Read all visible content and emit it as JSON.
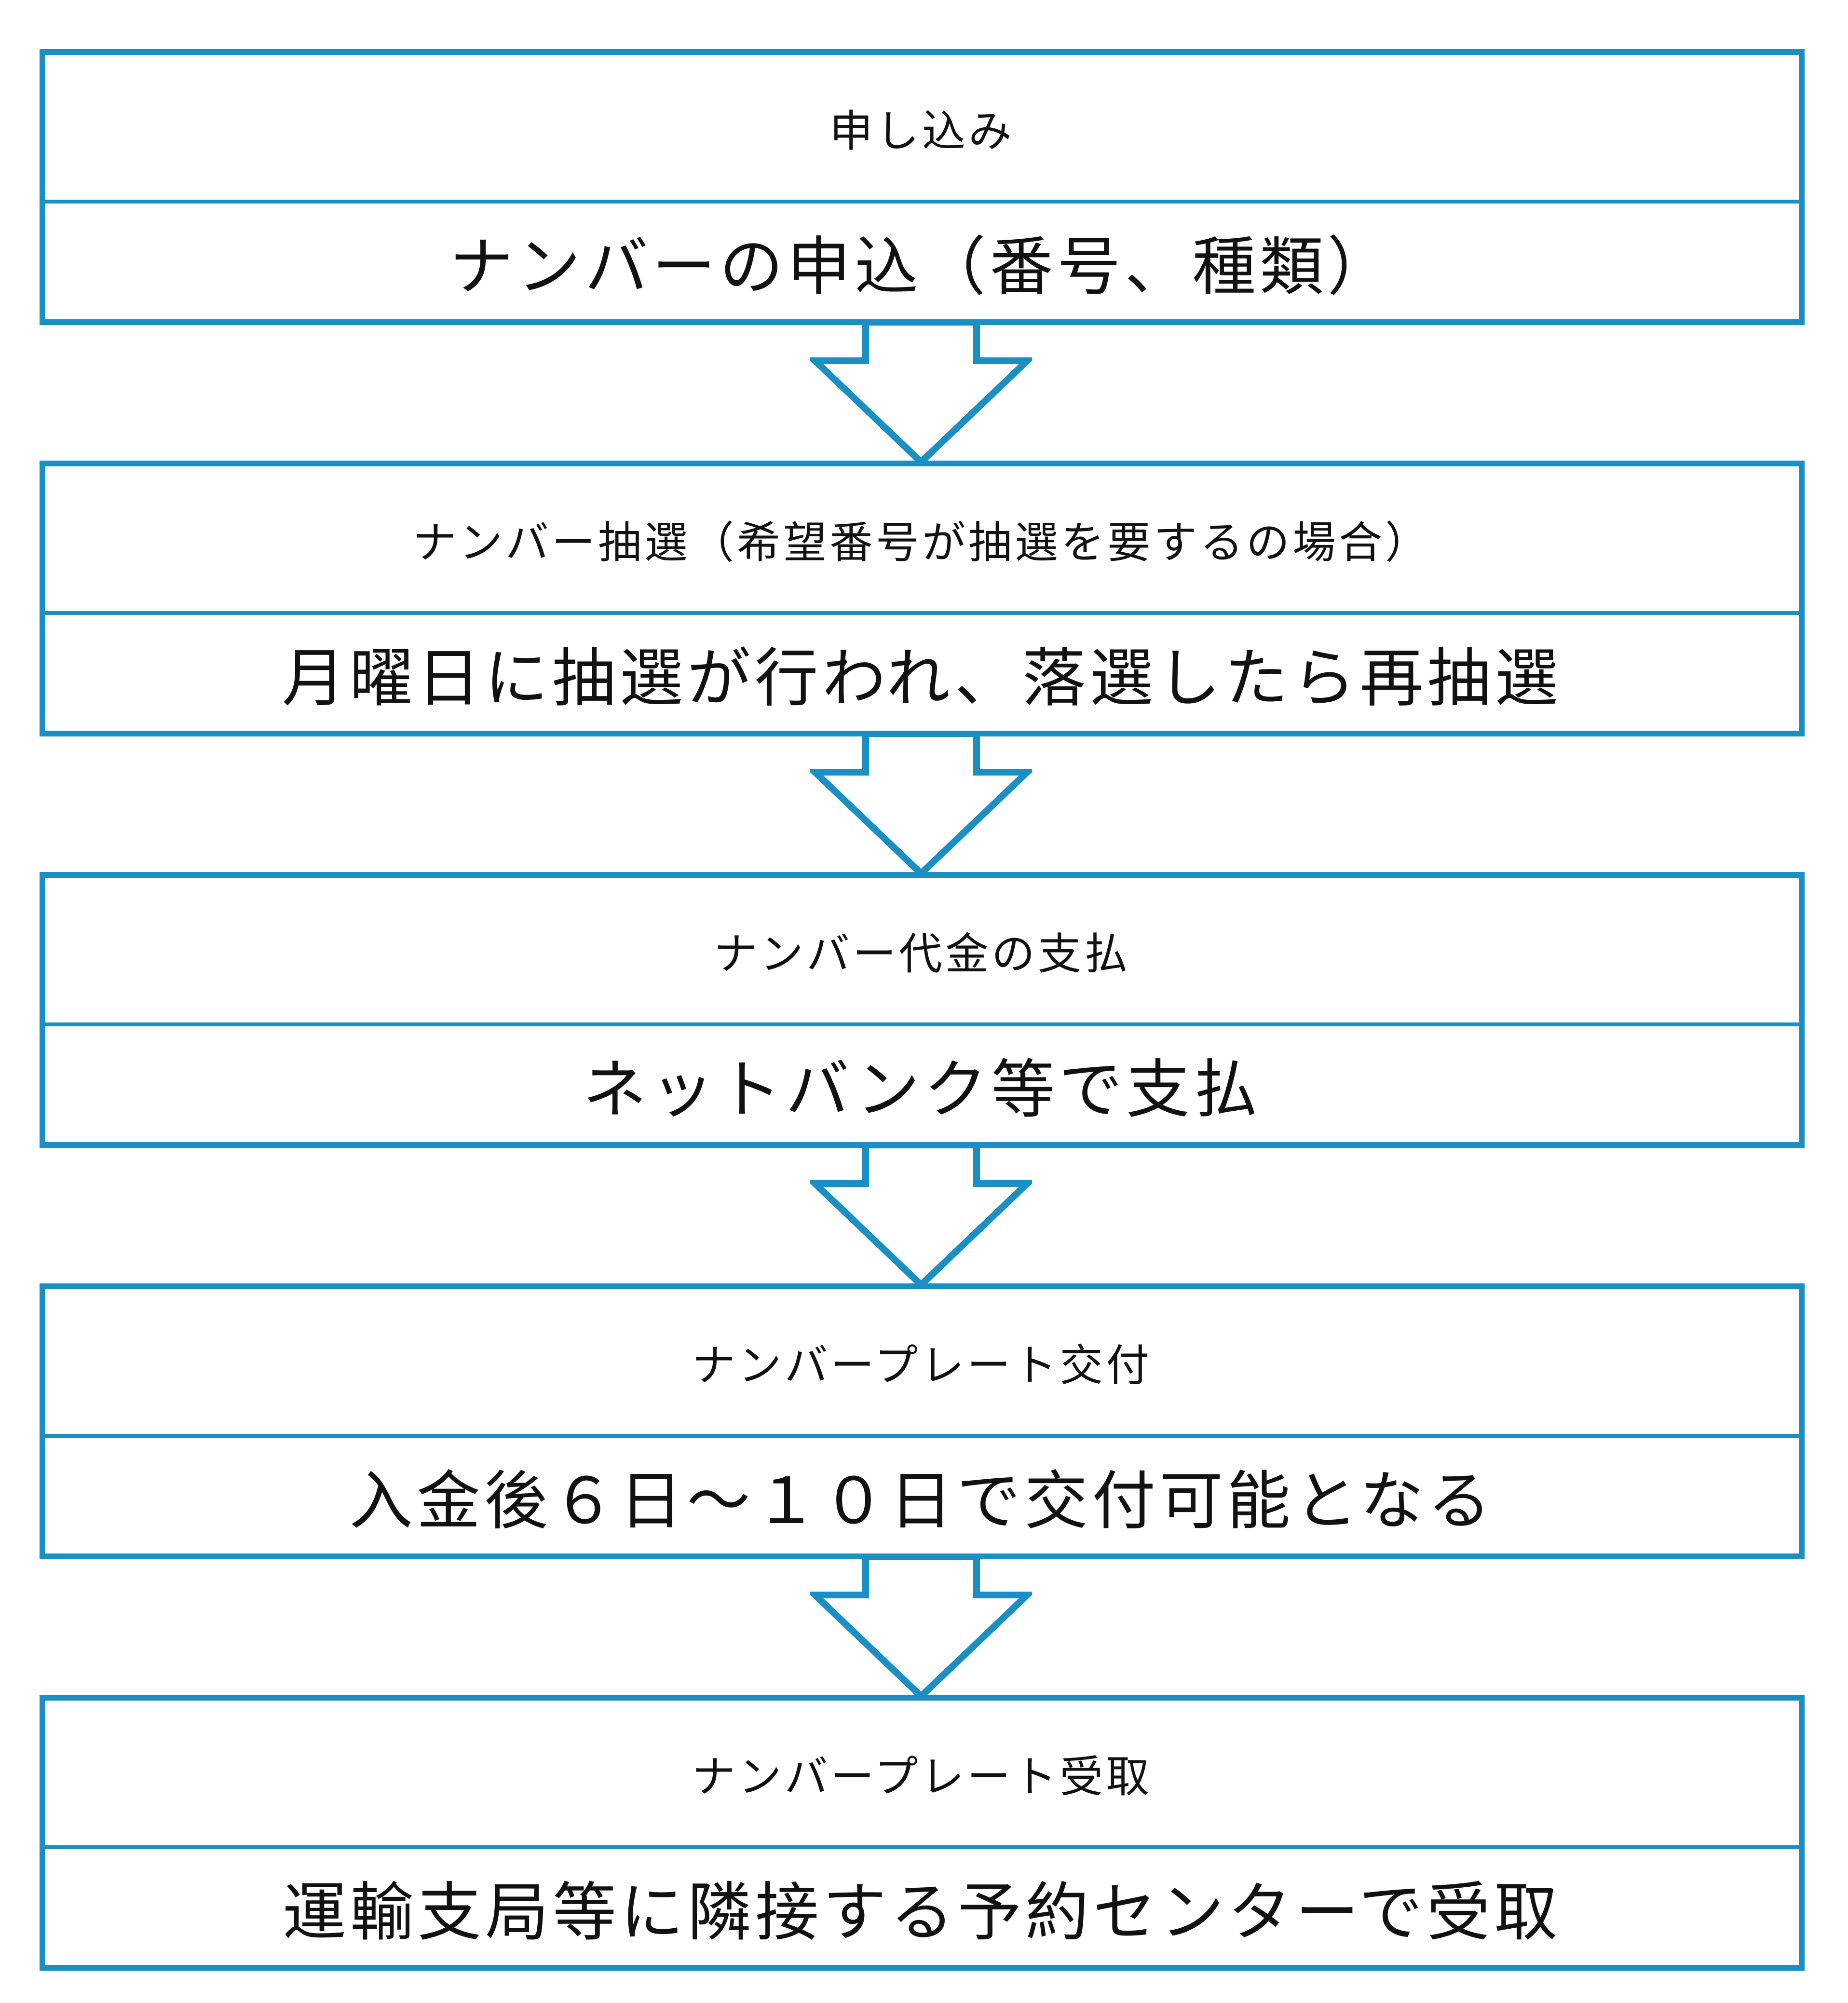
{
  "colors": {
    "border": "#1a8fc4",
    "text": "#111111",
    "background": "#ffffff"
  },
  "steps": [
    {
      "title": "申し込み",
      "detail": "ナンバーの申込（番号、種類）"
    },
    {
      "title": "ナンバー抽選（希望番号が抽選を要するの場合）",
      "detail": "月曜日に抽選が行われ、落選したら再抽選"
    },
    {
      "title": "ナンバー代金の支払",
      "detail": "ネットバンク等で支払"
    },
    {
      "title": "ナンバープレート交付",
      "detail": "入金後６日～１０日で交付可能となる"
    },
    {
      "title": "ナンバープレート受取",
      "detail": "運輸支局等に隣接する予約センターで受取"
    }
  ]
}
